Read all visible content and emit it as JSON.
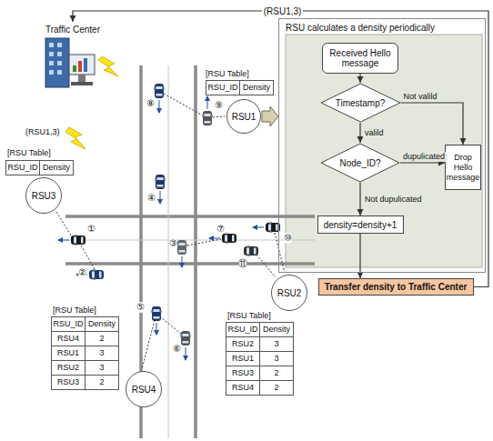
{
  "diagram": {
    "nodes": [
      {
        "text": [
          "Traffic Center"
        ]
      },
      {
        "text": [
          "RSU3"
        ]
      },
      {
        "text": [
          "RSU1"
        ]
      },
      {
        "text": [
          "RSU calculates a density periodically"
        ]
      },
      {
        "text": [
          "Received Hello message"
        ],
        "in": 3
      },
      {
        "text": [
          "Timestamp?"
        ],
        "in": 3
      },
      {
        "text": [
          "Node_ID?"
        ],
        "in": 3
      },
      {
        "text": [
          "density=density+1"
        ],
        "in": 3
      },
      {
        "text": [
          "Drop Hello message"
        ],
        "in": 3
      },
      {
        "text": [
          "Transfer density to Traffic Center"
        ]
      },
      {
        "text": [
          "RSU2"
        ]
      },
      {
        "text": [
          "RSU4"
        ]
      }
    ],
    "edges": [
      {
        "from": 4,
        "to": 5,
        "arrow": "to"
      },
      {
        "from": 5,
        "to": 6,
        "label": "valild",
        "arrow": "to"
      },
      {
        "from": 5,
        "to": 8,
        "label": "Not valild",
        "arrow": "to"
      },
      {
        "from": 6,
        "to": 8,
        "label": "dupulicated",
        "arrow": "to"
      },
      {
        "from": 6,
        "to": 7,
        "label": "Not dupulicated",
        "arrow": "to"
      },
      {
        "from": 7,
        "to": 9,
        "arrow": "to"
      },
      {
        "from": 9,
        "to": 0,
        "label": "(RSU1,3)",
        "arrow": "to"
      },
      {
        "from": 2,
        "to": 3,
        "arrow": "to"
      }
    ],
    "labels": [
      "(RSU1,3)",
      "[RSU Table]",
      "RSU_ID",
      "Density",
      "[RSU Table]",
      "RSU_ID",
      "Density",
      "[RSU Table]",
      "RSU_ID",
      "Density",
      "RSU4",
      "2",
      "RSU1",
      "3",
      "RSU2",
      "3",
      "RSU3",
      "2",
      "[RSU Table]",
      "RSU_ID",
      "Density",
      "RSU2",
      "3",
      "RSU1",
      "3",
      "RSU3",
      "2",
      "RSU4",
      "2",
      "①",
      "②",
      "③",
      "④",
      "⑤",
      "⑥",
      "⑦",
      "⑧",
      "⑨",
      "⑩",
      "⑪"
    ]
  }
}
